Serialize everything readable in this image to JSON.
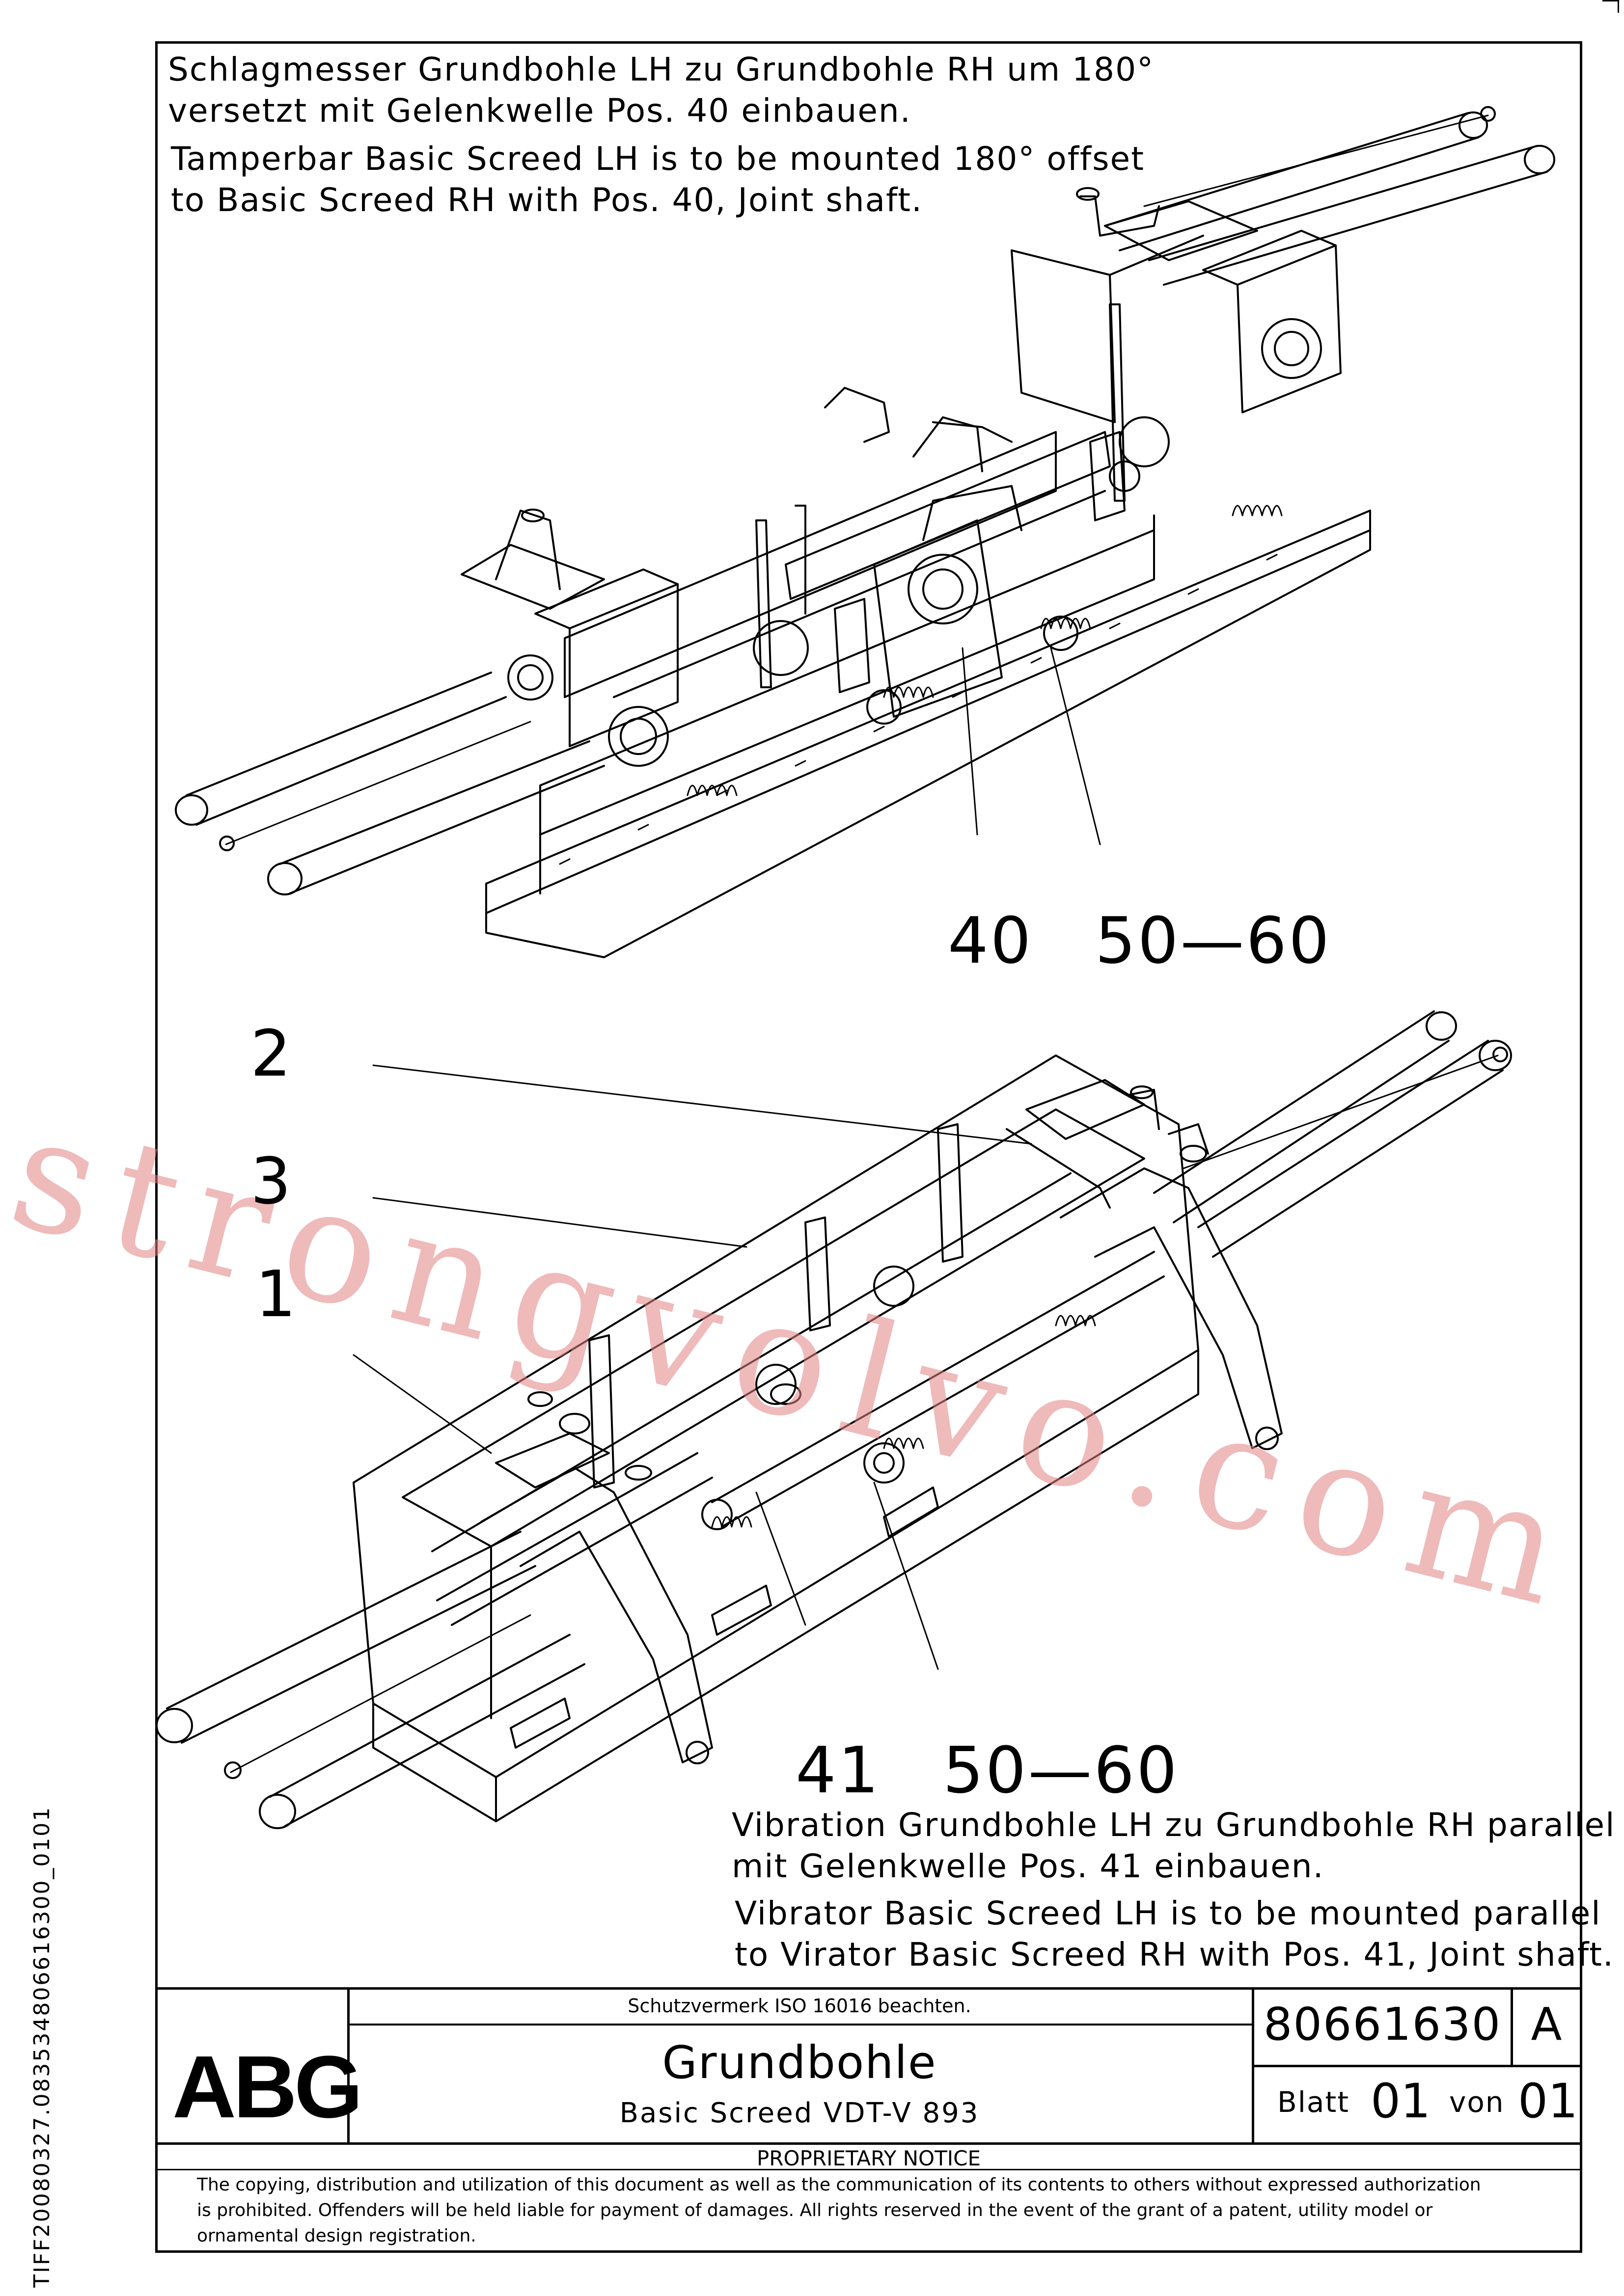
{
  "notes": {
    "top_de_1": "Schlagmesser Grundbohle LH zu Grundbohle RH um 180°",
    "top_de_2": "versetzt mit Gelenkwelle Pos. 40 einbauen.",
    "top_en_1": "Tamperbar Basic Screed LH is to be mounted 180° offset",
    "top_en_2": "to Basic Screed RH with Pos. 40, Joint shaft.",
    "bottom_de_1": "Vibration Grundbohle LH zu Grundbohle RH parallel",
    "bottom_de_2": "mit Gelenkwelle Pos. 41 einbauen.",
    "bottom_en_1": "Vibrator Basic Screed LH is to be mounted parallel",
    "bottom_en_2": "to Virator Basic Screed RH with Pos. 41, Joint shaft."
  },
  "callouts": {
    "c40": "40",
    "c50_60_top": "50—60",
    "c2": "2",
    "c3": "3",
    "c1": "1",
    "c41": "41",
    "c50_60_bottom": "50—60"
  },
  "watermark": "strongvolvo.com",
  "side_code": "TIFF20080327.083534806616300_0101",
  "title_block": {
    "logo": "ABG",
    "protection_note": "Schutzvermerk ISO 16016 beachten.",
    "title": "Grundbohle",
    "subtitle": "Basic Screed VDT-V 893",
    "drawing_number": "80661630",
    "revision": "A",
    "sheet_label": "Blatt",
    "sheet_number": "01",
    "of_label": "von",
    "sheet_total": "01",
    "notice_title": "PROPRIETARY NOTICE",
    "notice_1": "The copying, distribution and utilization of this document as well as the communication of its contents to others without expressed authorization",
    "notice_2": "is prohibited. Offenders will be held liable for payment of damages. All rights reserved in the event of the grant of a patent, utility model or",
    "notice_3": "ornamental design registration."
  }
}
